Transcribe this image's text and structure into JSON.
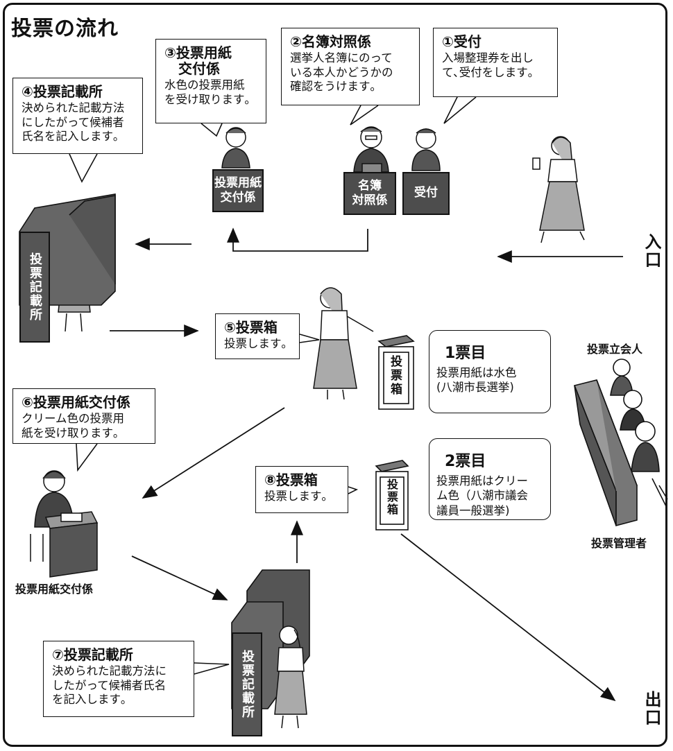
{
  "title": "投票の流れ",
  "steps": {
    "s1": {
      "heading": "①受付",
      "body": "入場整理券を出し\nて､受付をします｡"
    },
    "s2": {
      "heading": "②名簿対照係",
      "body": "選挙人名簿にのって\nいる本人かどうかの\n確認をうけます｡"
    },
    "s3": {
      "heading": "③投票用紙\n　交付係",
      "body": "水色の投票用紙\nを受け取ります｡"
    },
    "s4": {
      "heading": "④投票記載所",
      "body": "決められた記載方法\nにしたがって候補者\n氏名を記入します｡"
    },
    "s5": {
      "heading": "⑤投票箱",
      "body": "投票します｡"
    },
    "s6": {
      "heading": "⑥投票用紙交付係",
      "body": "クリーム色の投票用\n紙を受け取ります｡"
    },
    "s7": {
      "heading": "⑦投票記載所",
      "body": "決められた記載方法に\nしたがって候補者氏名\nを記入します｡"
    },
    "s8": {
      "heading": "⑧投票箱",
      "body": "投票します｡"
    }
  },
  "ballots": {
    "first": {
      "heading": "1票目",
      "body": "投票用紙は水色\n(八潮市長選挙)"
    },
    "second": {
      "heading": "2票目",
      "body": "投票用紙はクリー\nム色（八潮市議会\n議員一般選挙)"
    }
  },
  "desks": {
    "kofu": "投票用紙\n交付係",
    "meibo": "名簿\n対照係",
    "uketsuke": "受付"
  },
  "booth_label": "投票記載所",
  "box_label": "投票箱",
  "labels": {
    "tachiainin": "投票立会人",
    "kanrisha": "投票管理者",
    "kofukakari": "投票用紙交付係",
    "entrance": "入口",
    "exit": "出口"
  }
}
